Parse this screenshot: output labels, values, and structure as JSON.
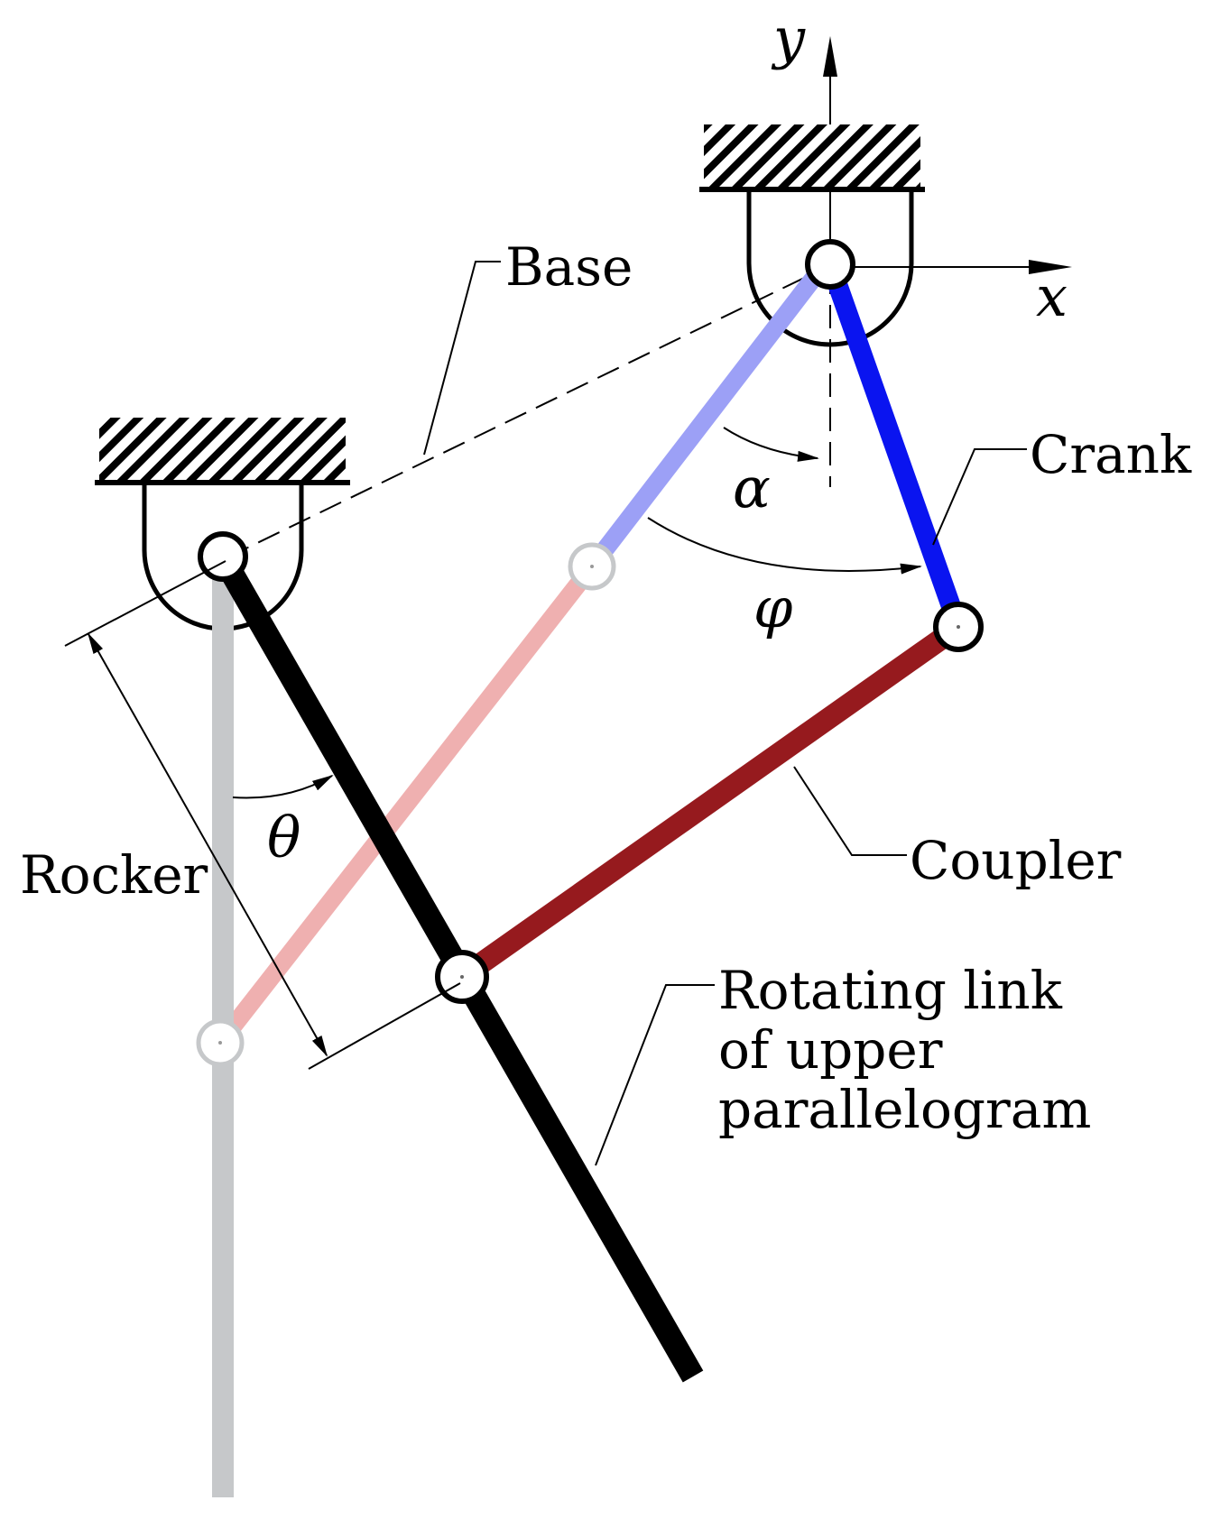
{
  "labels": {
    "base": "Base",
    "crank": "Crank",
    "coupler": "Coupler",
    "rocker": "Rocker",
    "rotating_link": [
      "Rotating link",
      "of upper",
      "parallelogram"
    ]
  },
  "symbols": {
    "alpha": "α",
    "phi": "φ",
    "theta": "θ",
    "x_axis": "x",
    "y_axis": "y"
  },
  "colors": {
    "crank": "#0a14f0",
    "crank_ghost": "#9ca0f6",
    "coupler": "#961a1e",
    "coupler_ghost": "#efb0b0",
    "rotating_link": "#000000",
    "rocker": "#c6c8ca",
    "ghost_joint": "#c6c8ca"
  }
}
